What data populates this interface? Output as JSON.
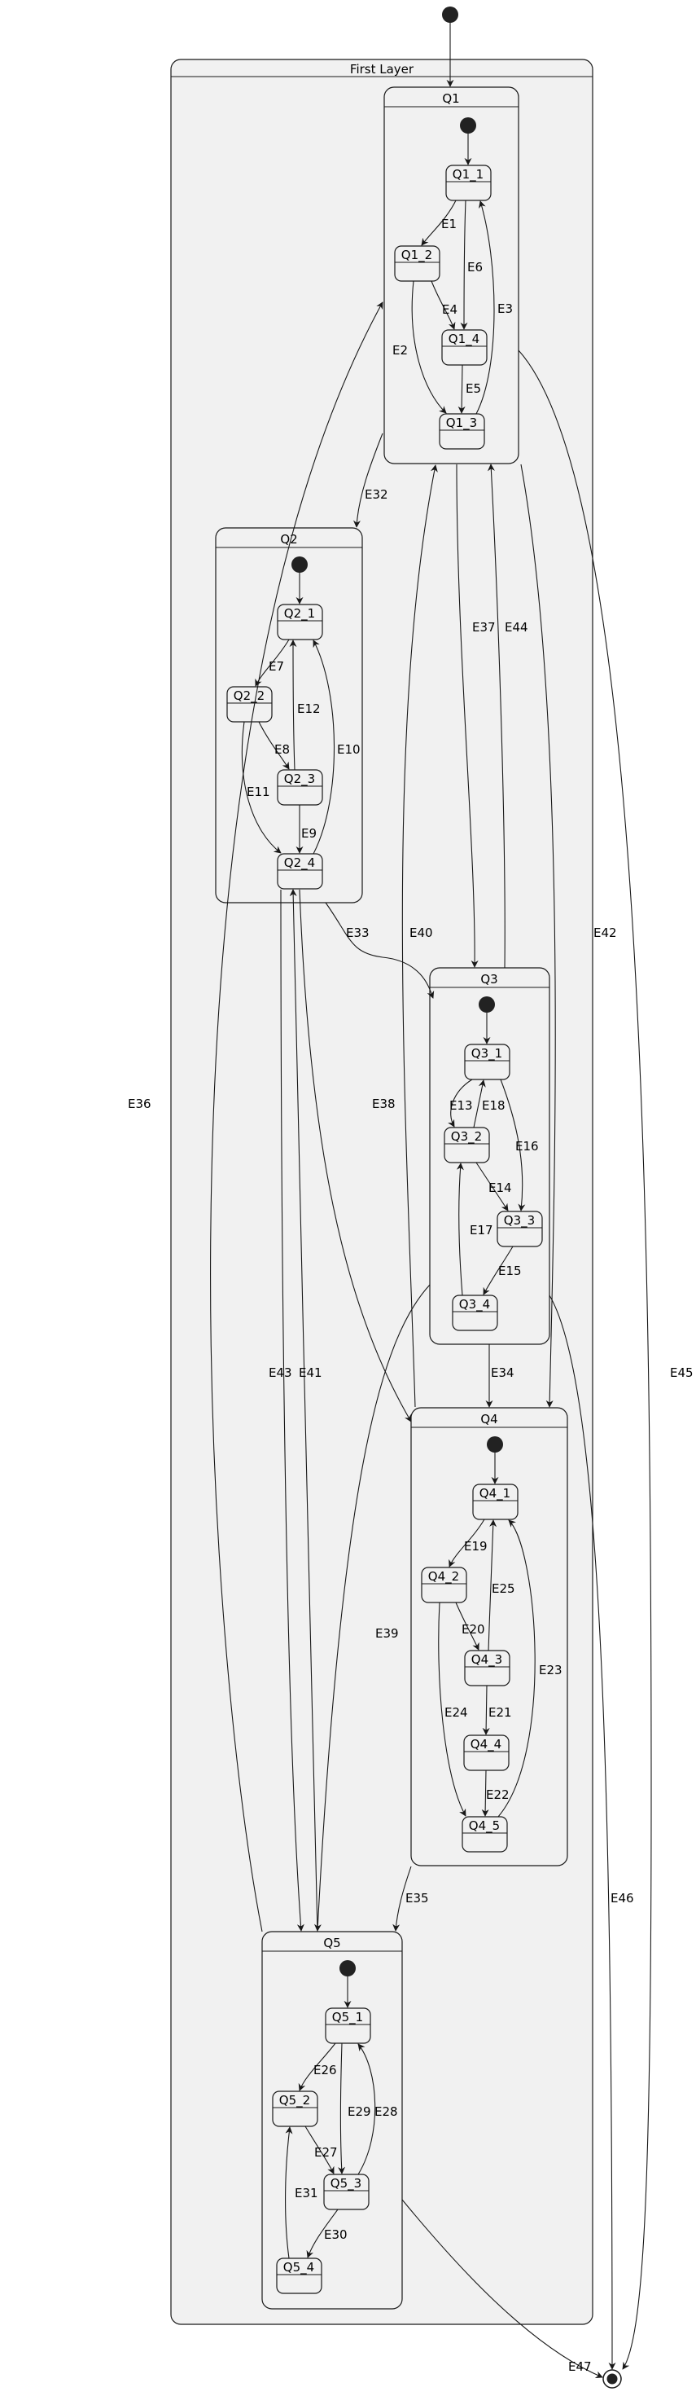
{
  "diagram": {
    "outer_state": "First Layer",
    "composites": {
      "q1": "Q1",
      "q2": "Q2",
      "q3": "Q3",
      "q4": "Q4",
      "q5": "Q5"
    },
    "states": {
      "q1_1": "Q1_1",
      "q1_2": "Q1_2",
      "q1_3": "Q1_3",
      "q1_4": "Q1_4",
      "q2_1": "Q2_1",
      "q2_2": "Q2_2",
      "q2_3": "Q2_3",
      "q2_4": "Q2_4",
      "q3_1": "Q3_1",
      "q3_2": "Q3_2",
      "q3_3": "Q3_3",
      "q3_4": "Q3_4",
      "q4_1": "Q4_1",
      "q4_2": "Q4_2",
      "q4_3": "Q4_3",
      "q4_4": "Q4_4",
      "q4_5": "Q4_5",
      "q5_1": "Q5_1",
      "q5_2": "Q5_2",
      "q5_3": "Q5_3",
      "q5_4": "Q5_4"
    },
    "events": {
      "e1": "E1",
      "e2": "E2",
      "e3": "E3",
      "e4": "E4",
      "e5": "E5",
      "e6": "E6",
      "e7": "E7",
      "e8": "E8",
      "e9": "E9",
      "e10": "E10",
      "e11": "E11",
      "e12": "E12",
      "e13": "E13",
      "e14": "E14",
      "e15": "E15",
      "e16": "E16",
      "e17": "E17",
      "e18": "E18",
      "e19": "E19",
      "e20": "E20",
      "e21": "E21",
      "e22": "E22",
      "e23": "E23",
      "e24": "E24",
      "e25": "E25",
      "e26": "E26",
      "e27": "E27",
      "e28": "E28",
      "e29": "E29",
      "e30": "E30",
      "e31": "E31",
      "e32": "E32",
      "e33": "E33",
      "e34": "E34",
      "e35": "E35",
      "e36": "E36",
      "e37": "E37",
      "e38": "E38",
      "e39": "E39",
      "e40": "E40",
      "e41": "E41",
      "e42": "E42",
      "e43": "E43",
      "e44": "E44",
      "e45": "E45",
      "e46": "E46",
      "e47": "E47"
    }
  }
}
